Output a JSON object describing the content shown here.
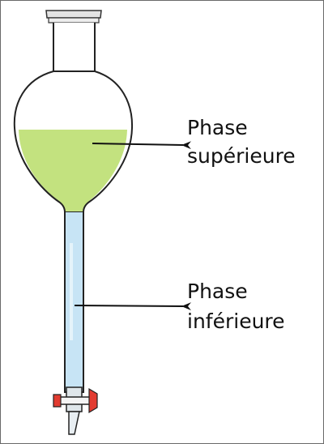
{
  "labels": {
    "upper_line1": "Phase",
    "upper_line2": "supérieure",
    "lower_line1": "Phase",
    "lower_line2": "inférieure"
  },
  "colors": {
    "upper_phase": "#c3e27f",
    "lower_phase": "#c7e4f5",
    "glass_outline": "#222222",
    "stopcock_handle": "#e23b30"
  }
}
